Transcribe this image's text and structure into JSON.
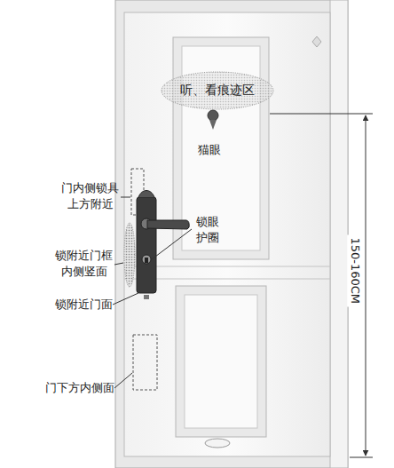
{
  "diagram": {
    "nodes": [
      {
        "text": [
          "听、看痕迹区"
        ]
      }
    ],
    "labels": [
      "猫眼",
      "门内侧锁具 上方附近",
      "锁附近门框 内侧竖面",
      "锁附近门面",
      "锁眼 护圈",
      "门下方内侧面",
      "150-160CM"
    ]
  }
}
